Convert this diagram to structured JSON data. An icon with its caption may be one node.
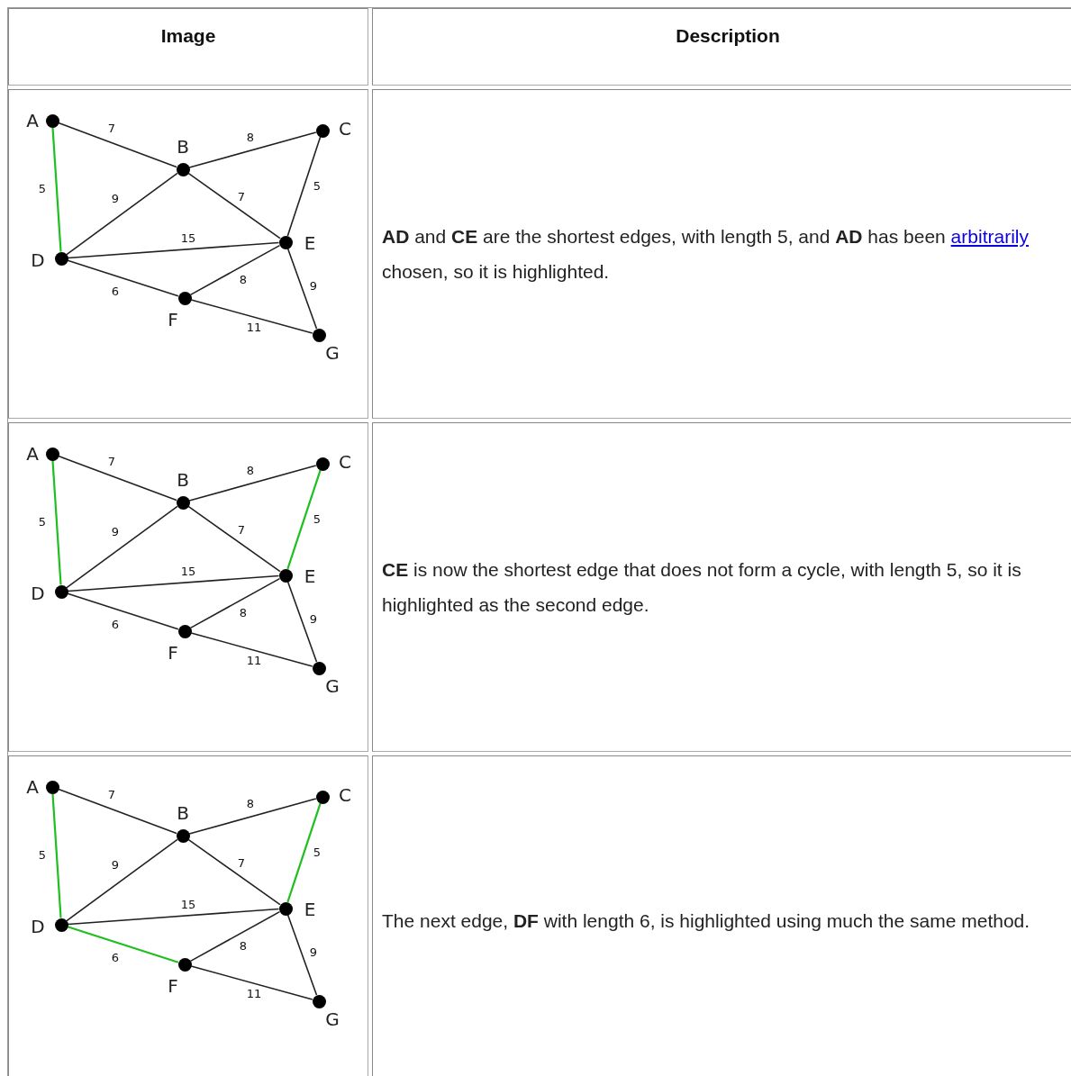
{
  "diagram": {
    "nodes": [
      {
        "text": [
          "A"
        ]
      },
      {
        "text": [
          "B"
        ]
      },
      {
        "text": [
          "C"
        ]
      },
      {
        "text": [
          "D"
        ]
      },
      {
        "text": [
          "E"
        ]
      },
      {
        "text": [
          "F"
        ]
      },
      {
        "text": [
          "G"
        ]
      },
      {
        "text": [
          "A"
        ]
      },
      {
        "text": [
          "B"
        ]
      },
      {
        "text": [
          "C"
        ]
      },
      {
        "text": [
          "D"
        ]
      },
      {
        "text": [
          "E"
        ]
      },
      {
        "text": [
          "F"
        ]
      },
      {
        "text": [
          "G"
        ]
      },
      {
        "text": [
          "A"
        ]
      },
      {
        "text": [
          "B"
        ]
      },
      {
        "text": [
          "C"
        ]
      },
      {
        "text": [
          "D"
        ]
      },
      {
        "text": [
          "E"
        ]
      },
      {
        "text": [
          "F"
        ]
      },
      {
        "text": [
          "G"
        ]
      }
    ],
    "edges": [
      {
        "from": 0,
        "to": 1,
        "arrow": "none",
        "label": "7"
      },
      {
        "from": 0,
        "to": 3,
        "arrow": "none",
        "label": "5",
        "color": "#1fbf1f"
      },
      {
        "from": 1,
        "to": 2,
        "arrow": "none",
        "label": "8"
      },
      {
        "from": 1,
        "to": 3,
        "arrow": "none",
        "label": "9"
      },
      {
        "from": 1,
        "to": 4,
        "arrow": "none",
        "label": "7"
      },
      {
        "from": 2,
        "to": 4,
        "arrow": "none",
        "label": "5"
      },
      {
        "from": 3,
        "to": 4,
        "arrow": "none",
        "label": "15"
      },
      {
        "from": 3,
        "to": 5,
        "arrow": "none",
        "label": "6"
      },
      {
        "from": 4,
        "to": 5,
        "arrow": "none",
        "label": "8"
      },
      {
        "from": 4,
        "to": 6,
        "arrow": "none",
        "label": "9"
      },
      {
        "from": 5,
        "to": 6,
        "arrow": "none",
        "label": "11"
      },
      {
        "from": 7,
        "to": 8,
        "arrow": "none",
        "label": "7"
      },
      {
        "from": 7,
        "to": 10,
        "arrow": "none",
        "label": "5",
        "color": "#1fbf1f"
      },
      {
        "from": 8,
        "to": 9,
        "arrow": "none",
        "label": "8"
      },
      {
        "from": 8,
        "to": 10,
        "arrow": "none",
        "label": "9"
      },
      {
        "from": 8,
        "to": 11,
        "arrow": "none",
        "label": "7"
      },
      {
        "from": 9,
        "to": 11,
        "arrow": "none",
        "label": "5",
        "color": "#1fbf1f"
      },
      {
        "from": 10,
        "to": 11,
        "arrow": "none",
        "label": "15"
      },
      {
        "from": 10,
        "to": 12,
        "arrow": "none",
        "label": "6"
      },
      {
        "from": 11,
        "to": 12,
        "arrow": "none",
        "label": "8"
      },
      {
        "from": 11,
        "to": 13,
        "arrow": "none",
        "label": "9"
      },
      {
        "from": 12,
        "to": 13,
        "arrow": "none",
        "label": "11"
      },
      {
        "from": 14,
        "to": 15,
        "arrow": "none",
        "label": "7"
      },
      {
        "from": 14,
        "to": 17,
        "arrow": "none",
        "label": "5",
        "color": "#1fbf1f"
      },
      {
        "from": 15,
        "to": 16,
        "arrow": "none",
        "label": "8"
      },
      {
        "from": 15,
        "to": 17,
        "arrow": "none",
        "label": "9"
      },
      {
        "from": 15,
        "to": 18,
        "arrow": "none",
        "label": "7"
      },
      {
        "from": 16,
        "to": 18,
        "arrow": "none",
        "label": "5",
        "color": "#1fbf1f"
      },
      {
        "from": 17,
        "to": 18,
        "arrow": "none",
        "label": "15"
      },
      {
        "from": 17,
        "to": 19,
        "arrow": "none",
        "label": "6",
        "color": "#1fbf1f"
      },
      {
        "from": 18,
        "to": 19,
        "arrow": "none",
        "label": "8"
      },
      {
        "from": 18,
        "to": 20,
        "arrow": "none",
        "label": "9"
      },
      {
        "from": 19,
        "to": 20,
        "arrow": "none",
        "label": "11"
      }
    ],
    "labels": [
      "Image",
      "Description",
      "**AD** and **CE** are the shortest edges, with length 5, and **AD** has been",
      "arbitrarily",
      "chosen, so it is highlighted.",
      "**CE** is now the shortest edge that does not form a cycle, with length 5, so it is highlighted as the second edge.",
      "The next edge, **DF** with length 6, is highlighted using much the same method."
    ]
  }
}
